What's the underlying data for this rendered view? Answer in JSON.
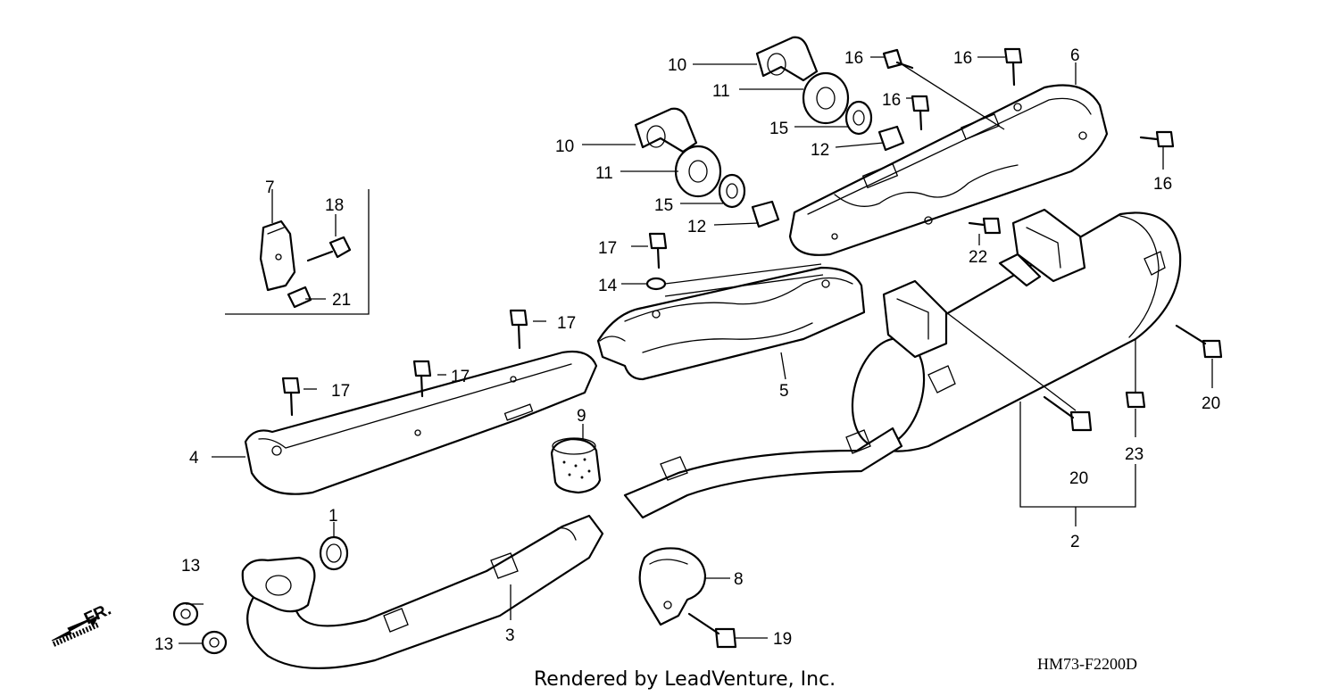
{
  "diagram": {
    "footer_text": "Rendered by LeadVenture, Inc.",
    "figure_code": "HM73-F2200D",
    "direction_label": "FR.",
    "callouts": {
      "c1": "1",
      "c2": "2",
      "c3": "3",
      "c4": "4",
      "c5": "5",
      "c6": "6",
      "c7": "7",
      "c8": "8",
      "c9": "9",
      "c10a": "10",
      "c10b": "10",
      "c11a": "11",
      "c11b": "11",
      "c12a": "12",
      "c12b": "12",
      "c13a": "13",
      "c13b": "13",
      "c14": "14",
      "c15a": "15",
      "c15b": "15",
      "c16a": "16",
      "c16b": "16",
      "c16c": "16",
      "c16d": "16",
      "c17a": "17",
      "c17b": "17",
      "c17c": "17",
      "c17d": "17",
      "c18": "18",
      "c19": "19",
      "c20a": "20",
      "c20b": "20",
      "c21": "21",
      "c22": "22",
      "c23": "23"
    }
  }
}
